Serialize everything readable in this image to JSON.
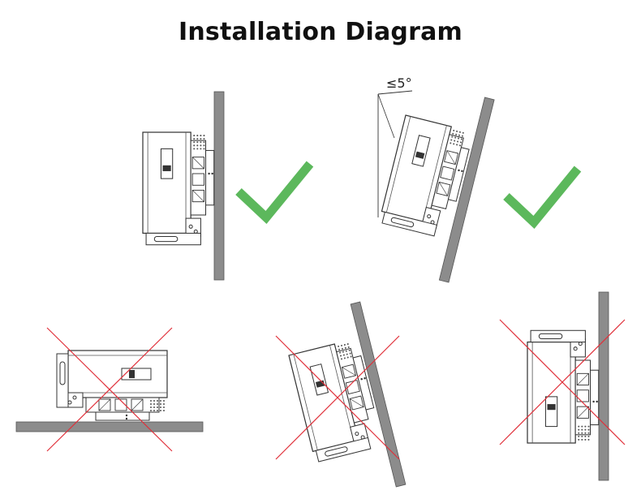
{
  "title": "Installation Diagram",
  "angle_label": "≤5°",
  "colors": {
    "wall": "#8c8c8c",
    "check": "#5cb85c",
    "cross": "#e0303a",
    "line": "#333333"
  },
  "panels": [
    {
      "name": "vertical-mount",
      "status": "correct",
      "icon": "check-icon"
    },
    {
      "name": "tilted-back-mount",
      "status": "correct",
      "icon": "check-icon"
    },
    {
      "name": "horizontal-floor-mount",
      "status": "incorrect",
      "icon": "cross-icon"
    },
    {
      "name": "tilted-forward-mount",
      "status": "incorrect",
      "icon": "cross-icon"
    },
    {
      "name": "upside-down-mount",
      "status": "incorrect",
      "icon": "cross-icon"
    }
  ]
}
